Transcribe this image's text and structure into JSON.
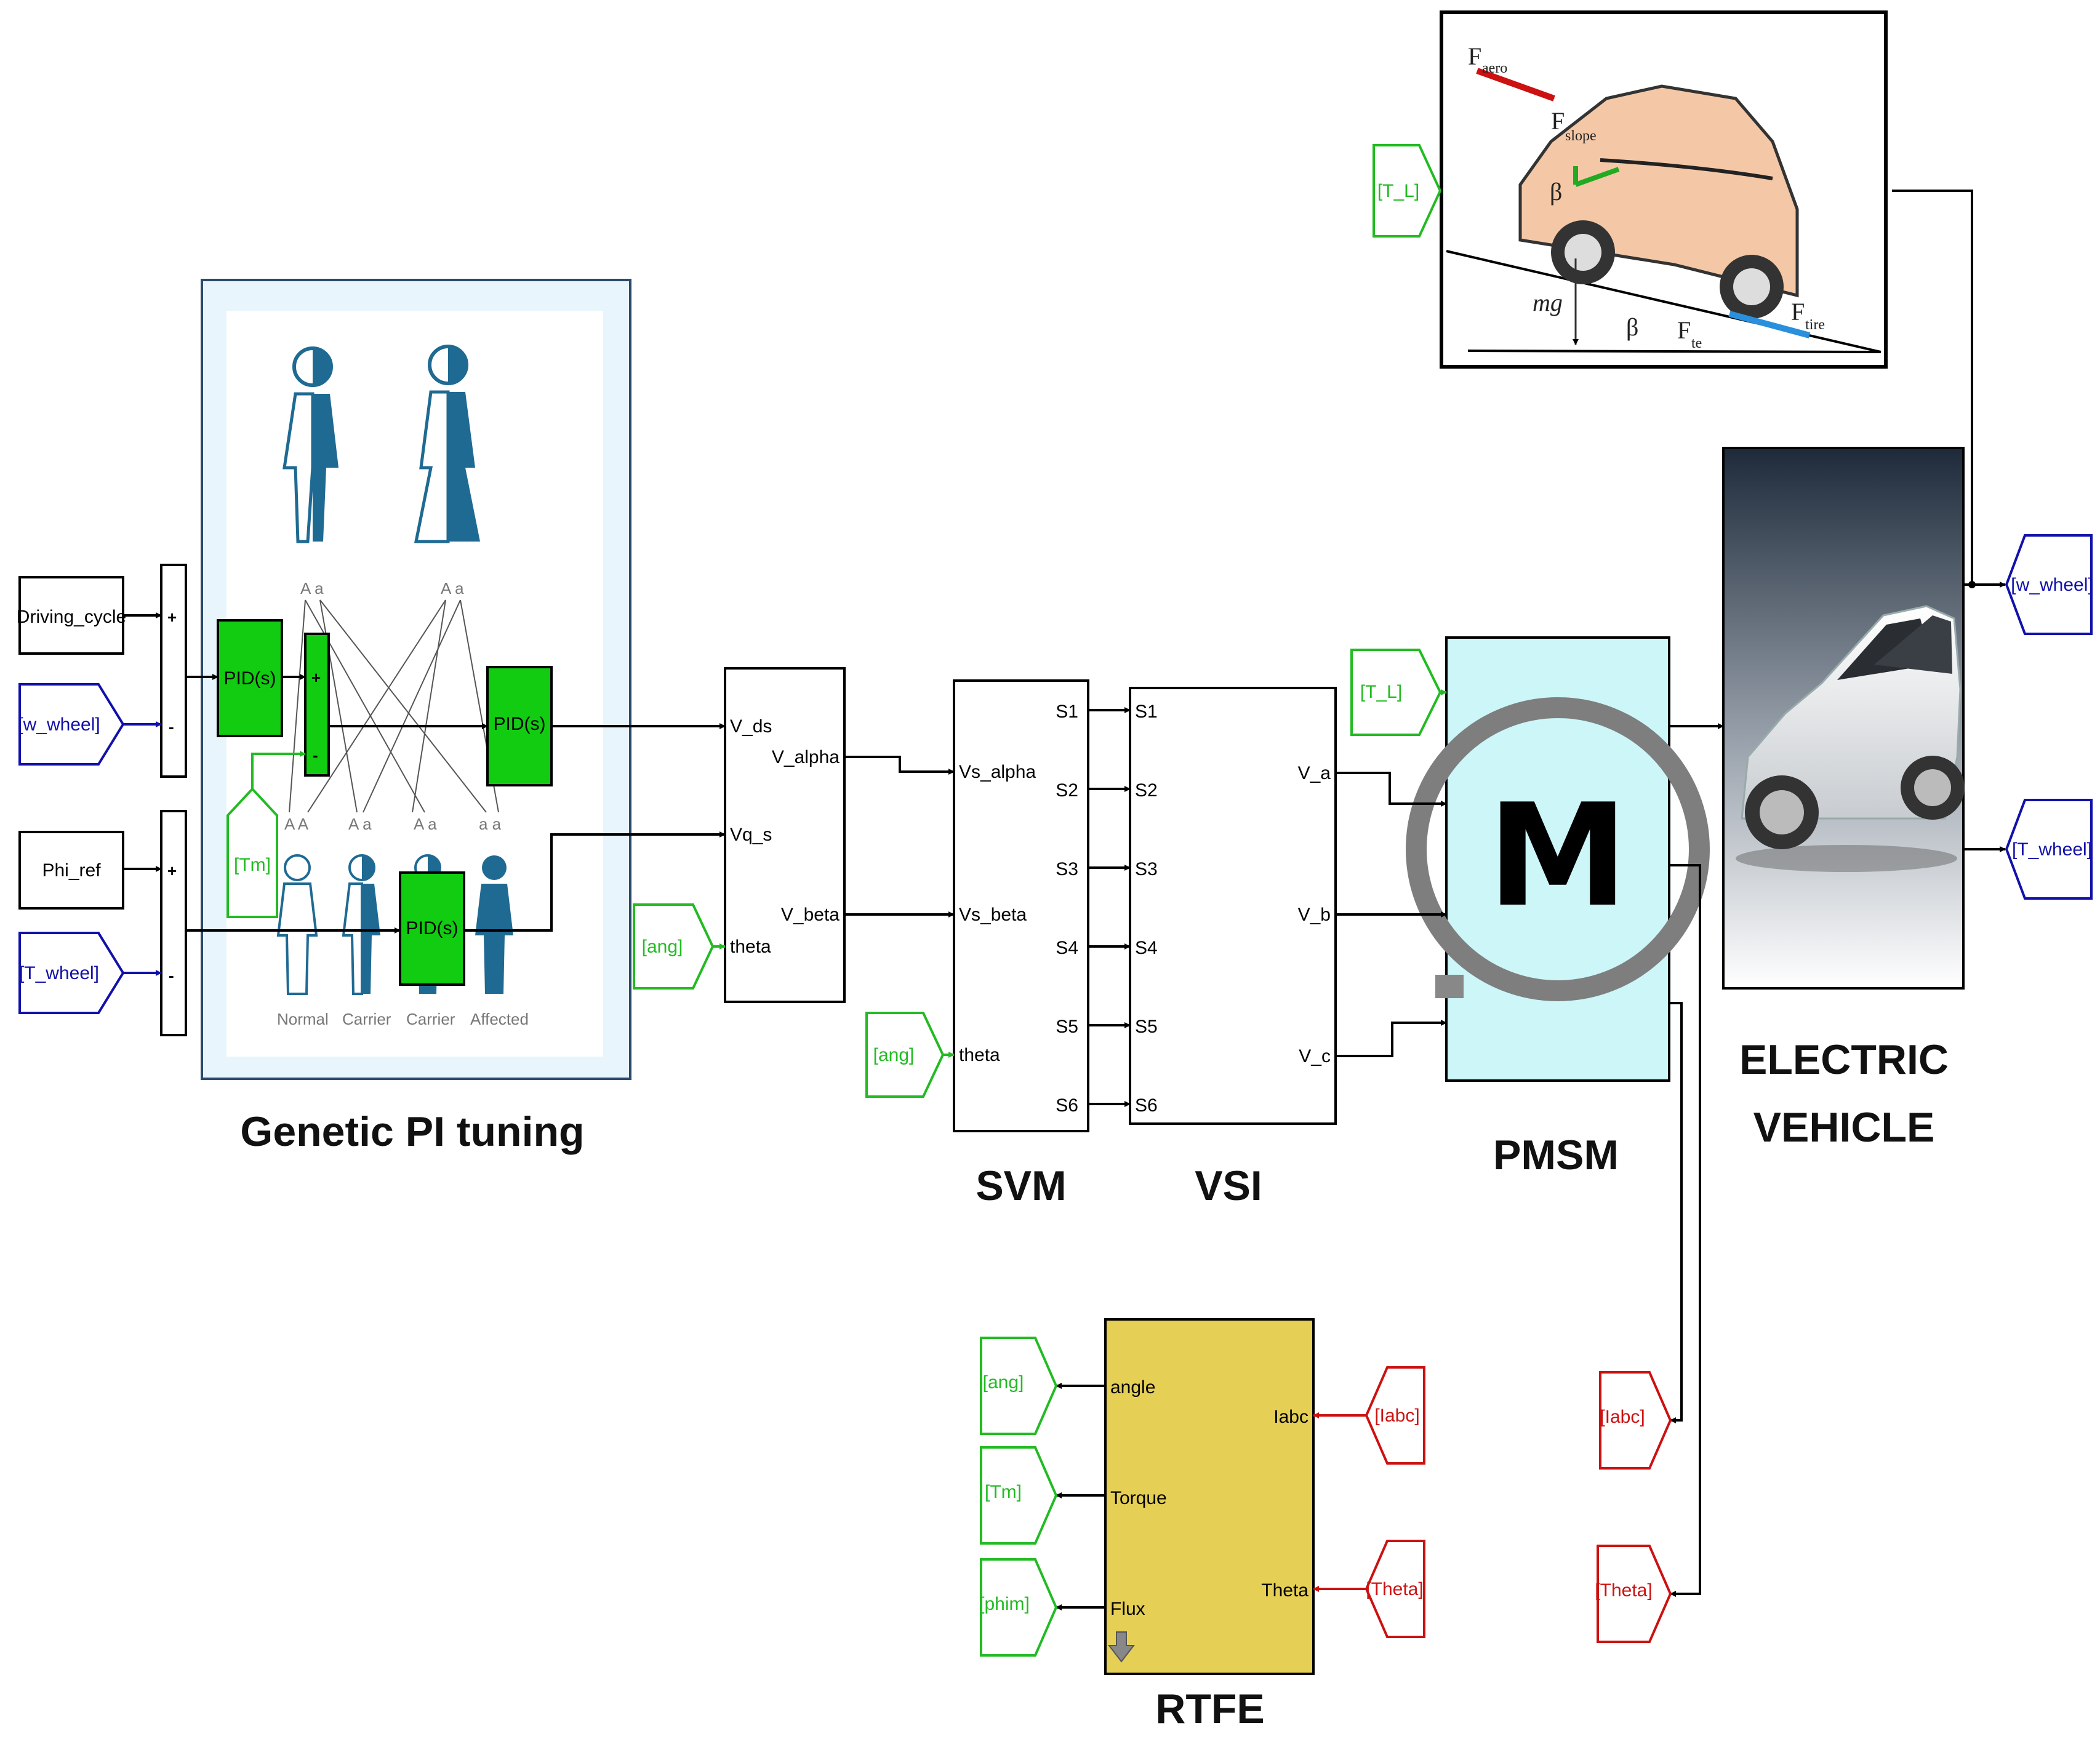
{
  "titles": {
    "genetic": "Genetic PI tuning",
    "svm": "SVM",
    "vsi": "VSI",
    "pmsm": "PMSM",
    "ev_line1": "ELECTRIC",
    "ev_line2": "VEHICLE",
    "rtfe": "RTFE"
  },
  "inputs": {
    "driving_cycle": "Driving_cycle",
    "phi_ref": "Phi_ref"
  },
  "goto_tags": {
    "w_wheel": "[w_wheel]",
    "t_wheel": "[T_wheel]",
    "tm": "[Tm]",
    "ang": "[ang]",
    "t_l": "[T_L]",
    "labc": "[Iabc]",
    "theta": "[Theta]",
    "phim": "[phim]"
  },
  "signs": {
    "plus": "+",
    "minus": "-"
  },
  "controllers": {
    "pid": "PID(s)"
  },
  "transform_block": {
    "in_vds": "V_ds",
    "in_vqs": "Vq_s",
    "in_theta": "theta",
    "out_valpha": "V_alpha",
    "out_vbeta": "V_beta"
  },
  "svm_block": {
    "in_valpha": "Vs_alpha",
    "in_vbeta": "Vs_beta",
    "in_theta": "theta",
    "outputs": [
      "S1",
      "S2",
      "S3",
      "S4",
      "S5",
      "S6"
    ]
  },
  "vsi_block": {
    "inputs": [
      "S1",
      "S2",
      "S3",
      "S4",
      "S5",
      "S6"
    ],
    "outputs": [
      "V_a",
      "V_b",
      "V_c"
    ]
  },
  "pmsm_block": {
    "symbol": "M"
  },
  "rtfe_block": {
    "outputs": [
      "angle",
      "Torque",
      "Flux"
    ],
    "inputs": [
      "Iabc",
      "Theta"
    ]
  },
  "genetics_illustration": {
    "top_alleles": [
      "A a",
      "A a"
    ],
    "bottom_alleles": [
      "A A",
      "A a",
      "A a",
      "a a"
    ],
    "labels": [
      "Normal",
      "Carrier",
      "Carrier",
      "Affected"
    ]
  },
  "physics_illustration": {
    "f_aero": "F",
    "f_aero_sub": "aero",
    "f_slope": "F",
    "f_slope_sub": "slope",
    "beta": "β",
    "mg": "mg",
    "f_te": "F",
    "f_te_sub": "te",
    "f_tire": "F",
    "f_tire_sub": "tire"
  },
  "colors": {
    "green_tag": "#22bb22",
    "blue_tag": "#1111aa",
    "red_tag": "#cc1111",
    "pid_green": "#11cc11",
    "pmsm_bg": "#ccf6f8",
    "rtfe_bg": "#e5cf55",
    "genetic_panel": "#e9f5fc"
  }
}
